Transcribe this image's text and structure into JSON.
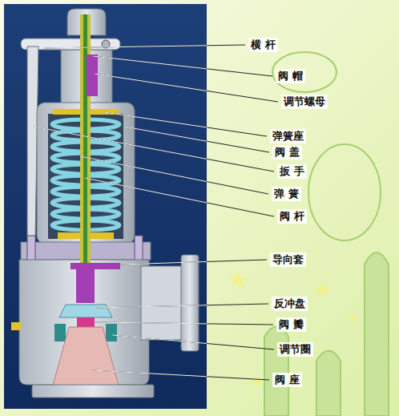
{
  "diagram": {
    "labels": [
      "横 杆",
      "阀 帽",
      "调节螺母",
      "弹簧座",
      "阀 盖",
      "扳 手",
      "弹 簧",
      "阀 杆",
      "导向套",
      "反冲盘",
      "阀 瓣",
      "调节圈",
      "阀 座"
    ]
  }
}
